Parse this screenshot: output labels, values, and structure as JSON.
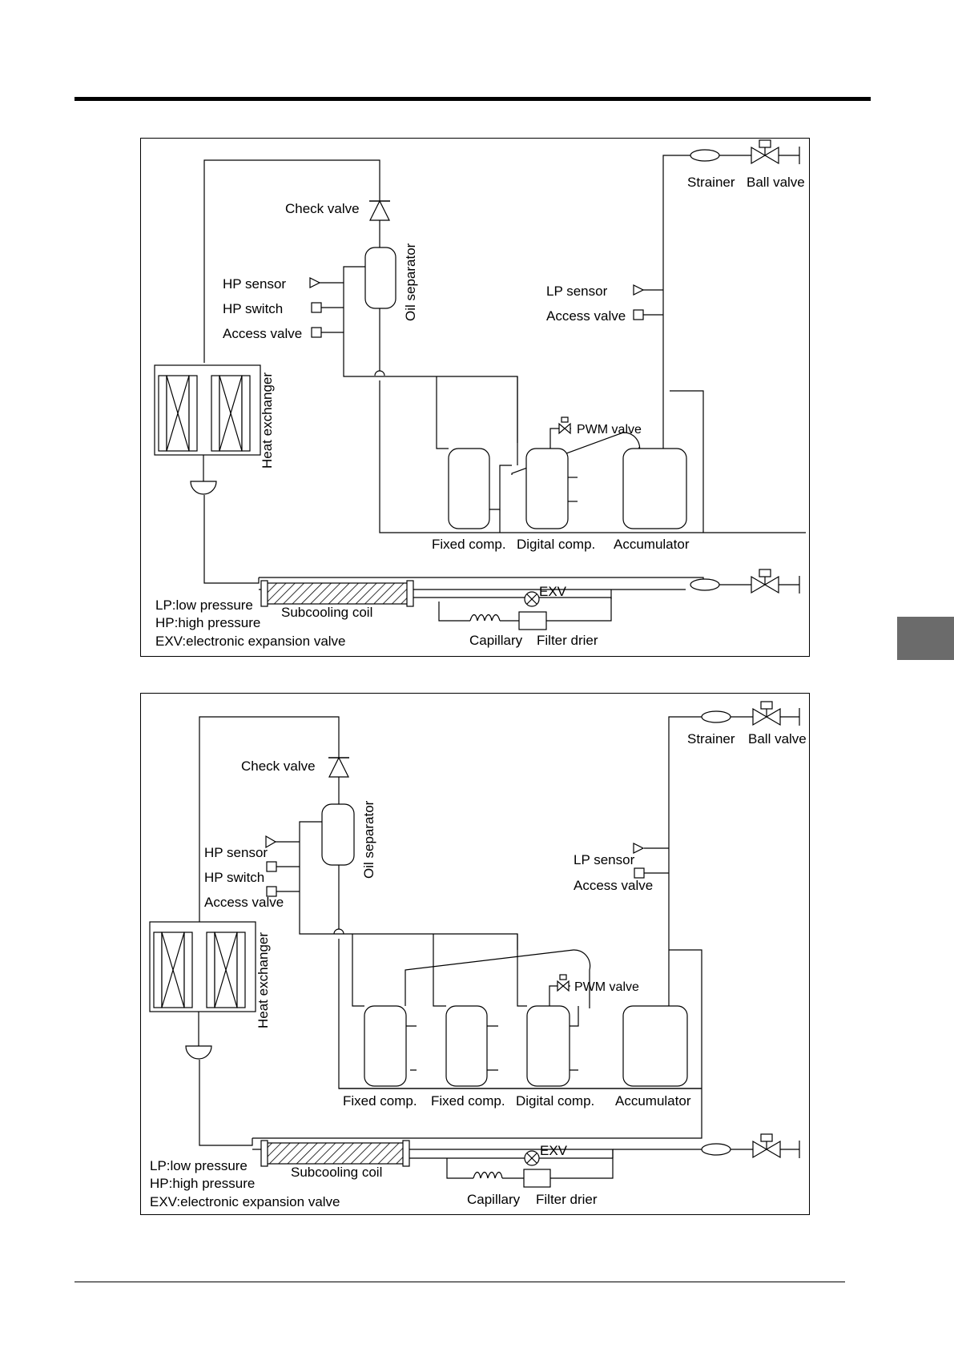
{
  "diagram1": {
    "labels": {
      "check_valve": "Check valve",
      "oil_separator": "Oil separator",
      "hp_sensor": "HP sensor",
      "hp_switch": "HP switch",
      "access_valve_hp": "Access valve",
      "strainer": "Strainer",
      "ball_valve": "Ball valve",
      "lp_sensor": "LP sensor",
      "access_valve_lp": "Access valve",
      "heat_exchanger": "Heat exchanger",
      "pwm_valve": "PWM valve",
      "fixed_comp": "Fixed comp.",
      "digital_comp": "Digital comp.",
      "accumulator": "Accumulator",
      "exv": "EXV",
      "subcooling_coil": "Subcooling coil",
      "capillary": "Capillary",
      "filter_drier": "Filter drier"
    },
    "legend": [
      "LP:low pressure",
      "HP:high pressure",
      "EXV:electronic expansion valve"
    ]
  },
  "diagram2": {
    "labels": {
      "check_valve": "Check valve",
      "oil_separator": "Oil separator",
      "hp_sensor": "HP sensor",
      "hp_switch": "HP switch",
      "access_valve_hp": "Access valve",
      "strainer": "Strainer",
      "ball_valve": "Ball valve",
      "lp_sensor": "LP sensor",
      "access_valve_lp": "Access valve",
      "heat_exchanger": "Heat exchanger",
      "pwm_valve": "PWM valve",
      "fixed_comp_1": "Fixed comp.",
      "fixed_comp_2": "Fixed comp.",
      "digital_comp": "Digital comp.",
      "accumulator": "Accumulator",
      "exv": "EXV",
      "subcooling_coil": "Subcooling coil",
      "capillary": "Capillary",
      "filter_drier": "Filter drier"
    },
    "legend": [
      "LP:low pressure",
      "HP:high pressure",
      "EXV:electronic expansion valve"
    ]
  }
}
